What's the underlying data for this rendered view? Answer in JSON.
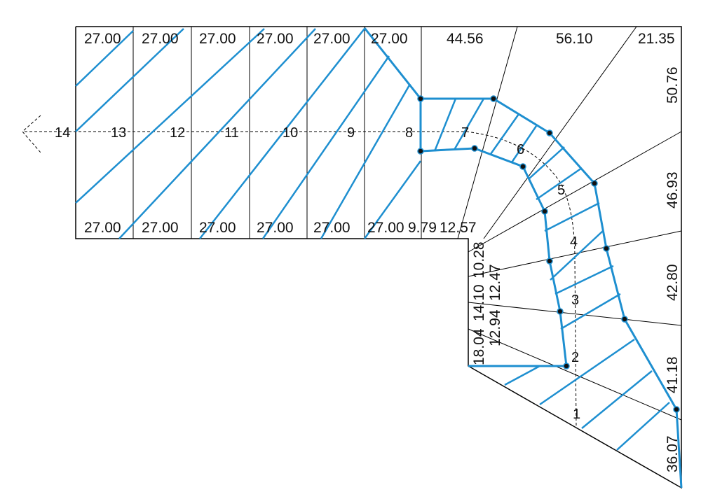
{
  "top_labels": [
    "27.00",
    "27.00",
    "27.00",
    "27.00",
    "27.00",
    "27.00",
    "44.56",
    "56.10",
    "21.35"
  ],
  "bottom_labels": [
    "27.00",
    "27.00",
    "27.00",
    "27.00",
    "27.00",
    "27.00",
    "9.79",
    "12.57"
  ],
  "right_labels": [
    "50.76",
    "46.93",
    "42.80",
    "41.18",
    "36.07"
  ],
  "inner_labels": [
    "18.04",
    "12.94",
    "14.10",
    "12.47",
    "10.28"
  ],
  "step_numbers": [
    "1",
    "2",
    "3",
    "4",
    "5",
    "6",
    "7",
    "8",
    "9",
    "10",
    "11",
    "12",
    "13",
    "14"
  ],
  "colors": {
    "stair_outline": "#1e8fd0",
    "walls": "#000000"
  }
}
